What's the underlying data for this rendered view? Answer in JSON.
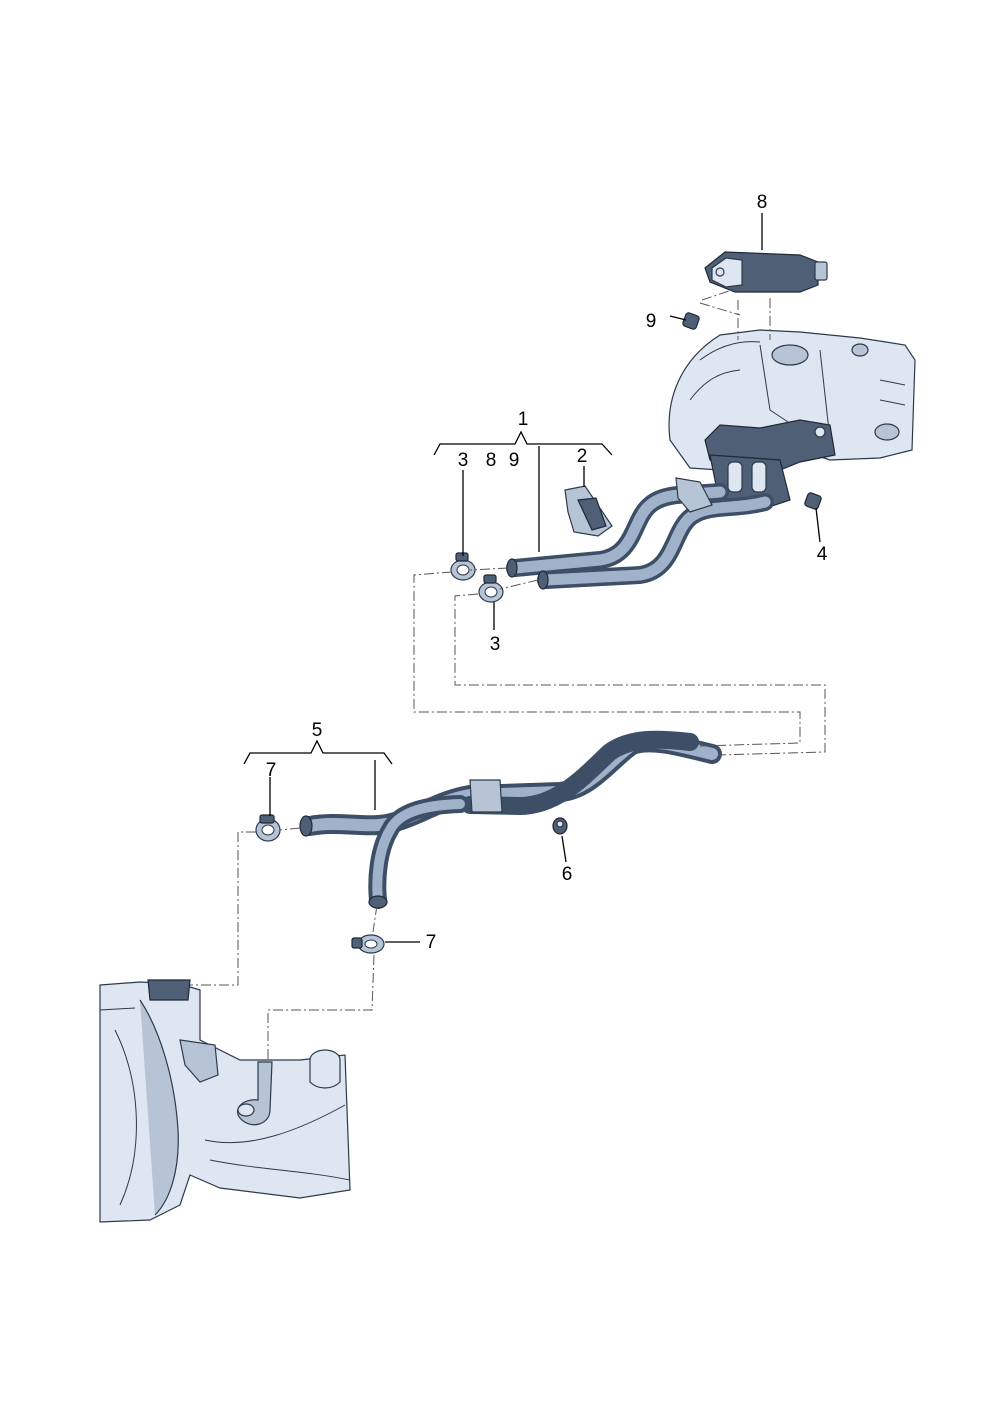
{
  "callouts": {
    "c1": "1",
    "c2": "2",
    "c3a": "3",
    "c8a": "8",
    "c9a": "9",
    "c3b": "3",
    "c4": "4",
    "c5": "5",
    "c6": "6",
    "c7a": "7",
    "c7b": "7",
    "c8": "8",
    "c9": "9"
  },
  "colors": {
    "hose": "#3d4f66",
    "hose_highlight": "#9fb2c9",
    "part_light": "#dde6f1",
    "part_dark": "#4f5f76"
  }
}
